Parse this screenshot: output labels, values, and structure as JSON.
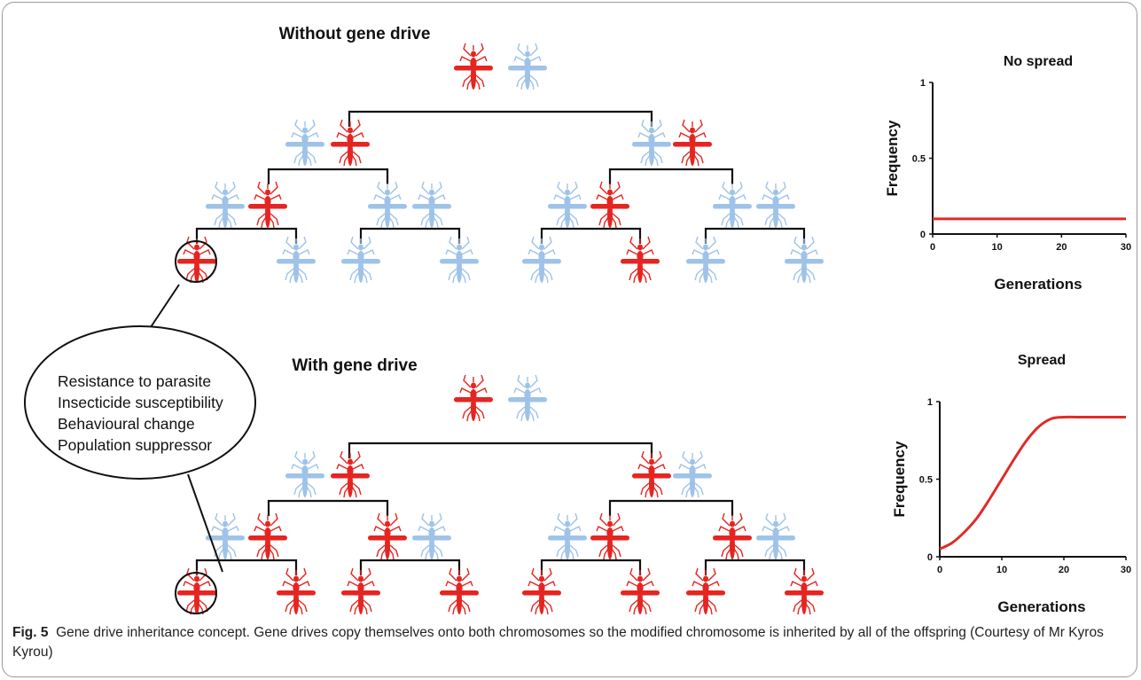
{
  "diagram": {
    "without": {
      "title": "Without gene drive",
      "parents": [
        "red",
        "blue"
      ],
      "gen1": [
        [
          "blue",
          "red"
        ],
        [
          "blue",
          "red"
        ]
      ],
      "gen2": [
        [
          "blue",
          "red"
        ],
        [
          "blue",
          "blue"
        ],
        [
          "blue",
          "red"
        ],
        [
          "blue",
          "blue"
        ]
      ],
      "gen3": [
        "red",
        "blue",
        "blue",
        "blue",
        "blue",
        "red",
        "blue",
        "blue"
      ]
    },
    "with": {
      "title": "With gene drive",
      "parents": [
        "red",
        "blue"
      ],
      "gen1": [
        [
          "blue",
          "red"
        ],
        [
          "red",
          "blue"
        ]
      ],
      "gen2": [
        [
          "blue",
          "red"
        ],
        [
          "red",
          "blue"
        ],
        [
          "blue",
          "red"
        ],
        [
          "red",
          "blue"
        ]
      ],
      "gen3": [
        "red",
        "red",
        "red",
        "red",
        "red",
        "red",
        "red",
        "red"
      ]
    },
    "traits": [
      "Resistance to parasite",
      "Insecticide susceptibility",
      "Behavioural change",
      "Population suppressor"
    ],
    "colors": {
      "modified": "#e52521",
      "wild": "#9fc3e8",
      "line": "#111111",
      "curve": "#e02b27"
    }
  },
  "chart_data": [
    {
      "type": "line",
      "title": "No spread",
      "xlabel": "Generations",
      "ylabel": "Frequency",
      "xlim": [
        0,
        30
      ],
      "ylim": [
        0,
        1
      ],
      "xticks": [
        "0",
        "10",
        "20",
        "30"
      ],
      "yticks": [
        "0",
        "0.5",
        "1"
      ],
      "series": [
        {
          "x": [
            0,
            5,
            10,
            15,
            20,
            25,
            30
          ],
          "y": [
            0.1,
            0.1,
            0.1,
            0.1,
            0.1,
            0.1,
            0.1
          ]
        }
      ]
    },
    {
      "type": "line",
      "title": "Spread",
      "xlabel": "Generations",
      "ylabel": "Frequency",
      "xlim": [
        0,
        30
      ],
      "ylim": [
        0,
        1
      ],
      "xticks": [
        "0",
        "10",
        "20",
        "30"
      ],
      "yticks": [
        "0",
        "0.5",
        "1"
      ],
      "series": [
        {
          "x": [
            0,
            2,
            4,
            6,
            8,
            10,
            12,
            14,
            16,
            18,
            20,
            22,
            25,
            30
          ],
          "y": [
            0.05,
            0.09,
            0.16,
            0.25,
            0.37,
            0.5,
            0.63,
            0.75,
            0.84,
            0.89,
            0.9,
            0.9,
            0.9,
            0.9
          ]
        }
      ]
    }
  ],
  "caption": {
    "label": "Fig. 5",
    "text": "Gene drive inheritance concept. Gene drives copy themselves onto both chromosomes so the modified chromosome is inherited by all of the offspring (Courtesy of Mr Kyros Kyrou)"
  }
}
